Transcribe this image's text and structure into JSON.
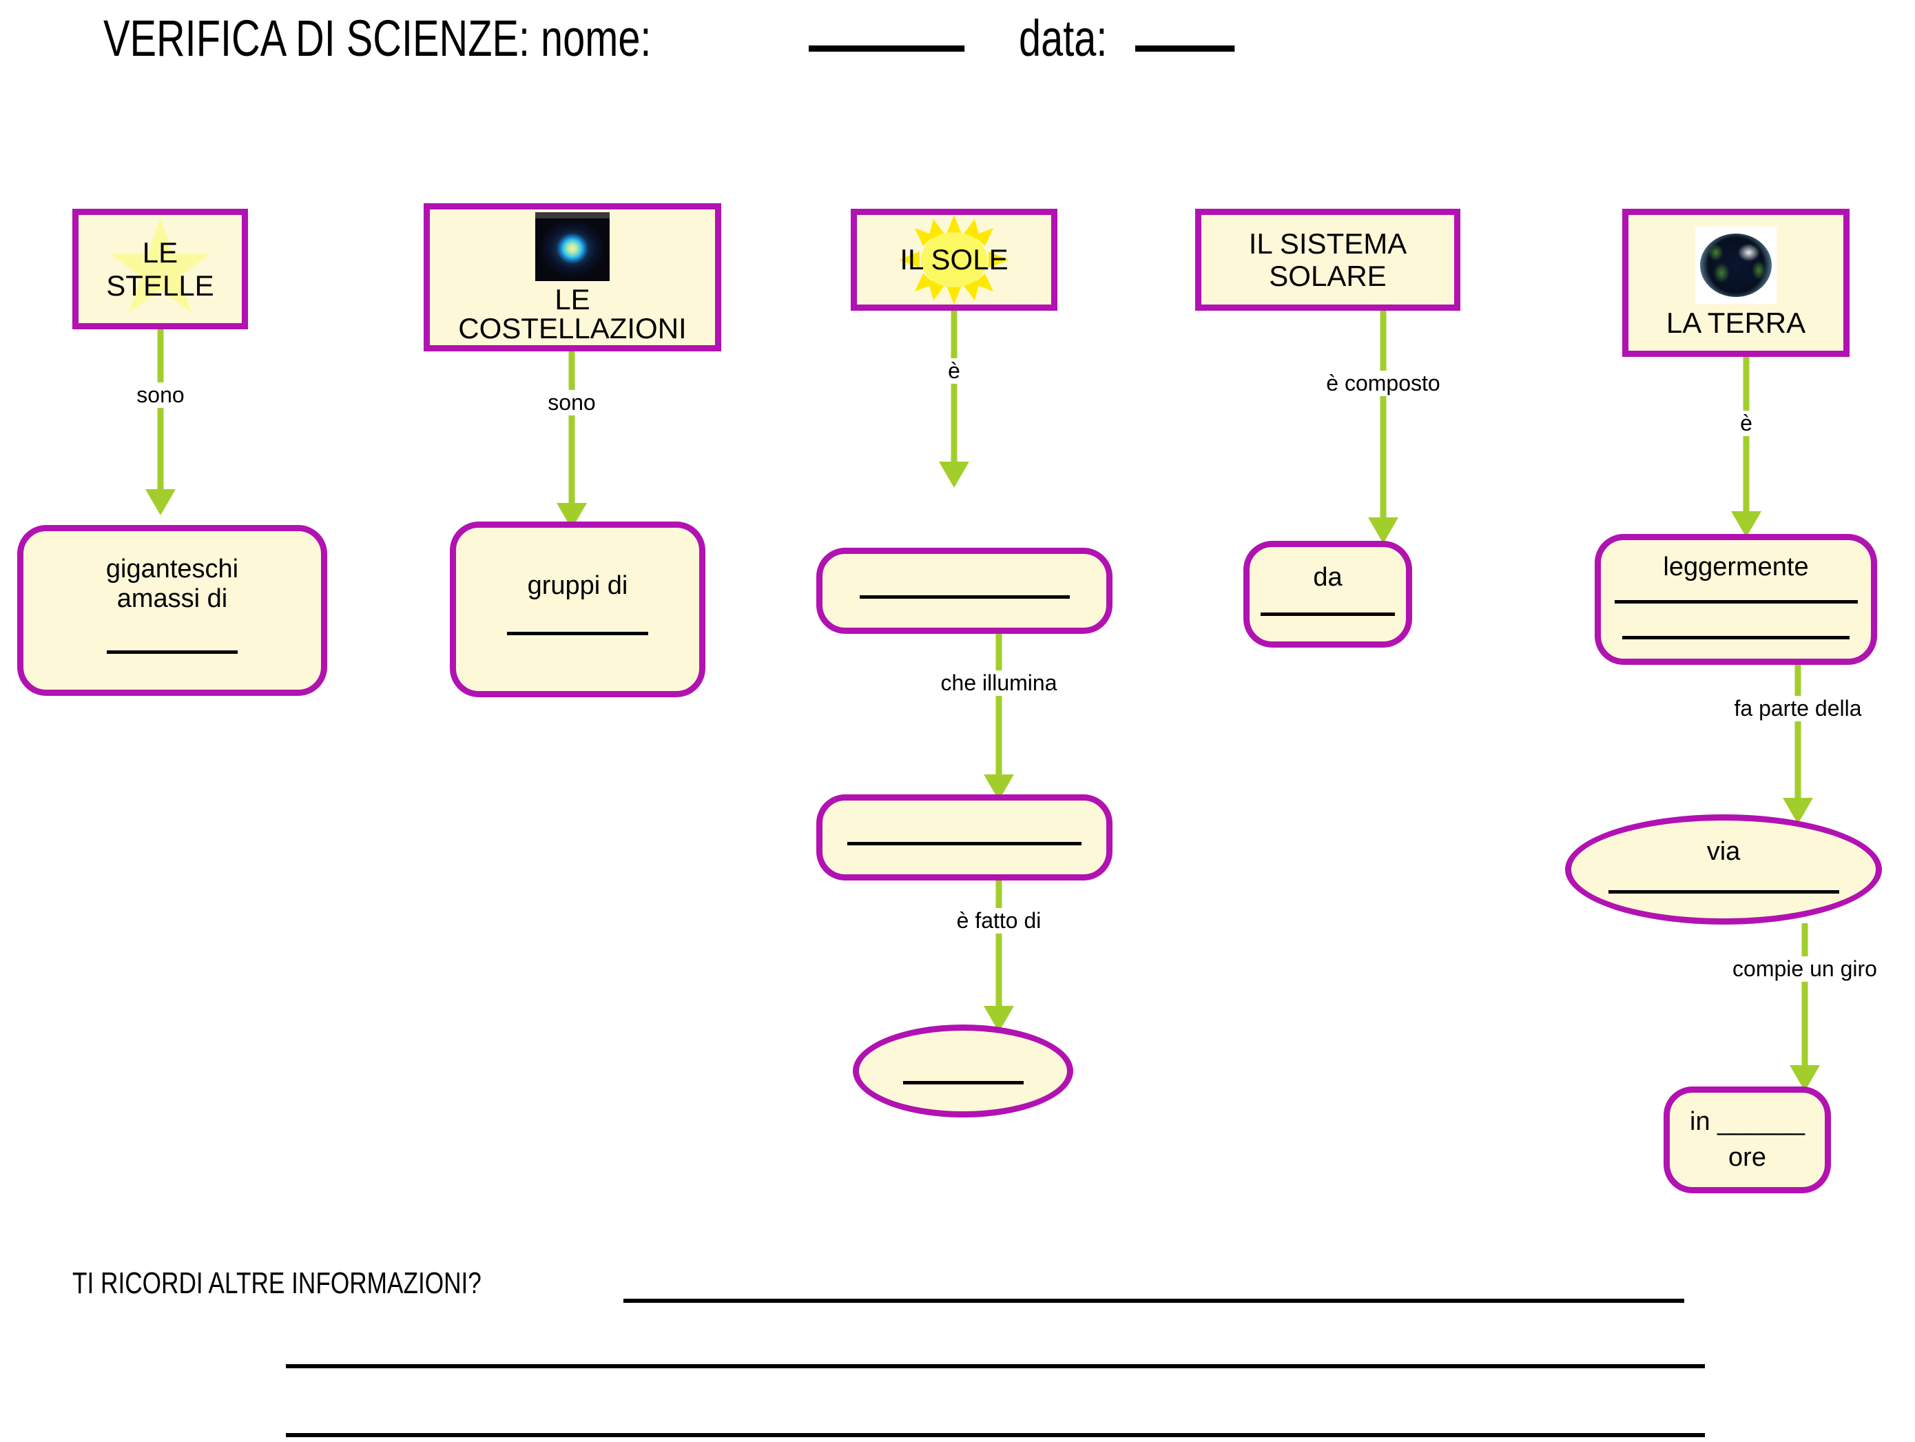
{
  "header": {
    "title_part1": "VERIFICA DI SCIENZE: nome:",
    "title_part2": "data:",
    "name_blank": "____________",
    "date_blank": "________"
  },
  "colors": {
    "node_border": "#b112b1",
    "node_fill": "#fdf8d8",
    "connector": "#a2ce2c",
    "text": "#000000",
    "page_background": "#ffffff"
  },
  "diagram": {
    "type": "concept-map",
    "columns": [
      {
        "id": "stelle",
        "root": {
          "label": "LE\nSTELLE",
          "shape": "rect",
          "picture": "star-icon"
        },
        "chain": [
          {
            "connector": "sono",
            "label": "giganteschi\namassi di",
            "shape": "round",
            "blanks": 1
          }
        ]
      },
      {
        "id": "costellazioni",
        "root": {
          "label": "LE\nCOSTELLAZIONI",
          "shape": "rect",
          "picture": "star-cluster-icon"
        },
        "chain": [
          {
            "connector": "sono",
            "label": "gruppi  di",
            "shape": "round",
            "blanks": 1
          }
        ]
      },
      {
        "id": "sole",
        "root": {
          "label": "IL SOLE",
          "shape": "rect",
          "picture": "sun-icon"
        },
        "chain": [
          {
            "connector": "è",
            "label": "",
            "shape": "round",
            "blanks": 1
          },
          {
            "connector": "che illumina",
            "label": "",
            "shape": "round",
            "blanks": 1
          },
          {
            "connector": "è fatto di",
            "label": "",
            "shape": "ellipse",
            "blanks": 1
          }
        ]
      },
      {
        "id": "sistema-solare",
        "root": {
          "label": "IL SISTEMA\nSOLARE",
          "shape": "rect",
          "picture": null
        },
        "chain": [
          {
            "connector": "è composto",
            "label": "da",
            "shape": "round",
            "blanks": 1
          }
        ]
      },
      {
        "id": "terra",
        "root": {
          "label": "LA TERRA",
          "shape": "rect",
          "picture": "earth-icon"
        },
        "chain": [
          {
            "connector": "è",
            "label": "leggermente",
            "shape": "round",
            "blanks": 2
          },
          {
            "connector": "fa parte della",
            "label": "via",
            "shape": "ellipse",
            "blanks": 1
          },
          {
            "connector": "compie un giro",
            "label": "in ______\nore",
            "shape": "round",
            "blanks": 0
          }
        ]
      }
    ]
  },
  "footer": {
    "question": "TI RICORDI ALTRE INFORMAZIONI?",
    "answer_lines": 3
  }
}
